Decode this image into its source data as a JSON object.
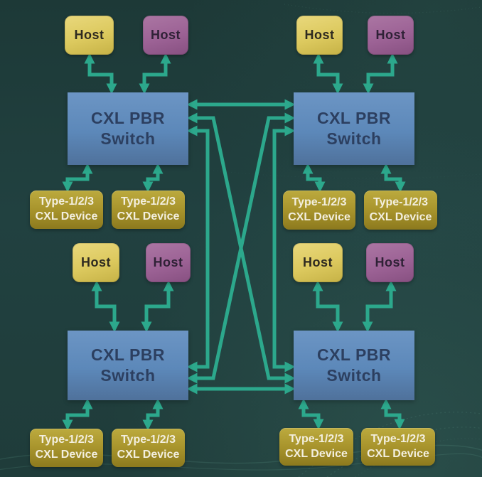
{
  "diagram": {
    "labels": {
      "host": "Host",
      "switch": "CXL PBR\nSwitch",
      "device": "Type-1/2/3\nCXL Device"
    },
    "colors": {
      "background": "#1f3b3a",
      "arrow": "#2ca88c",
      "switch_fill": "#5c88b9",
      "switch_text": "#2c3f60",
      "host_yellow": "#dcc95e",
      "host_purple": "#9c6295",
      "host_text": "#2e2a20",
      "device_gold": "#a8942c",
      "device_text": "#f3efdf"
    }
  }
}
